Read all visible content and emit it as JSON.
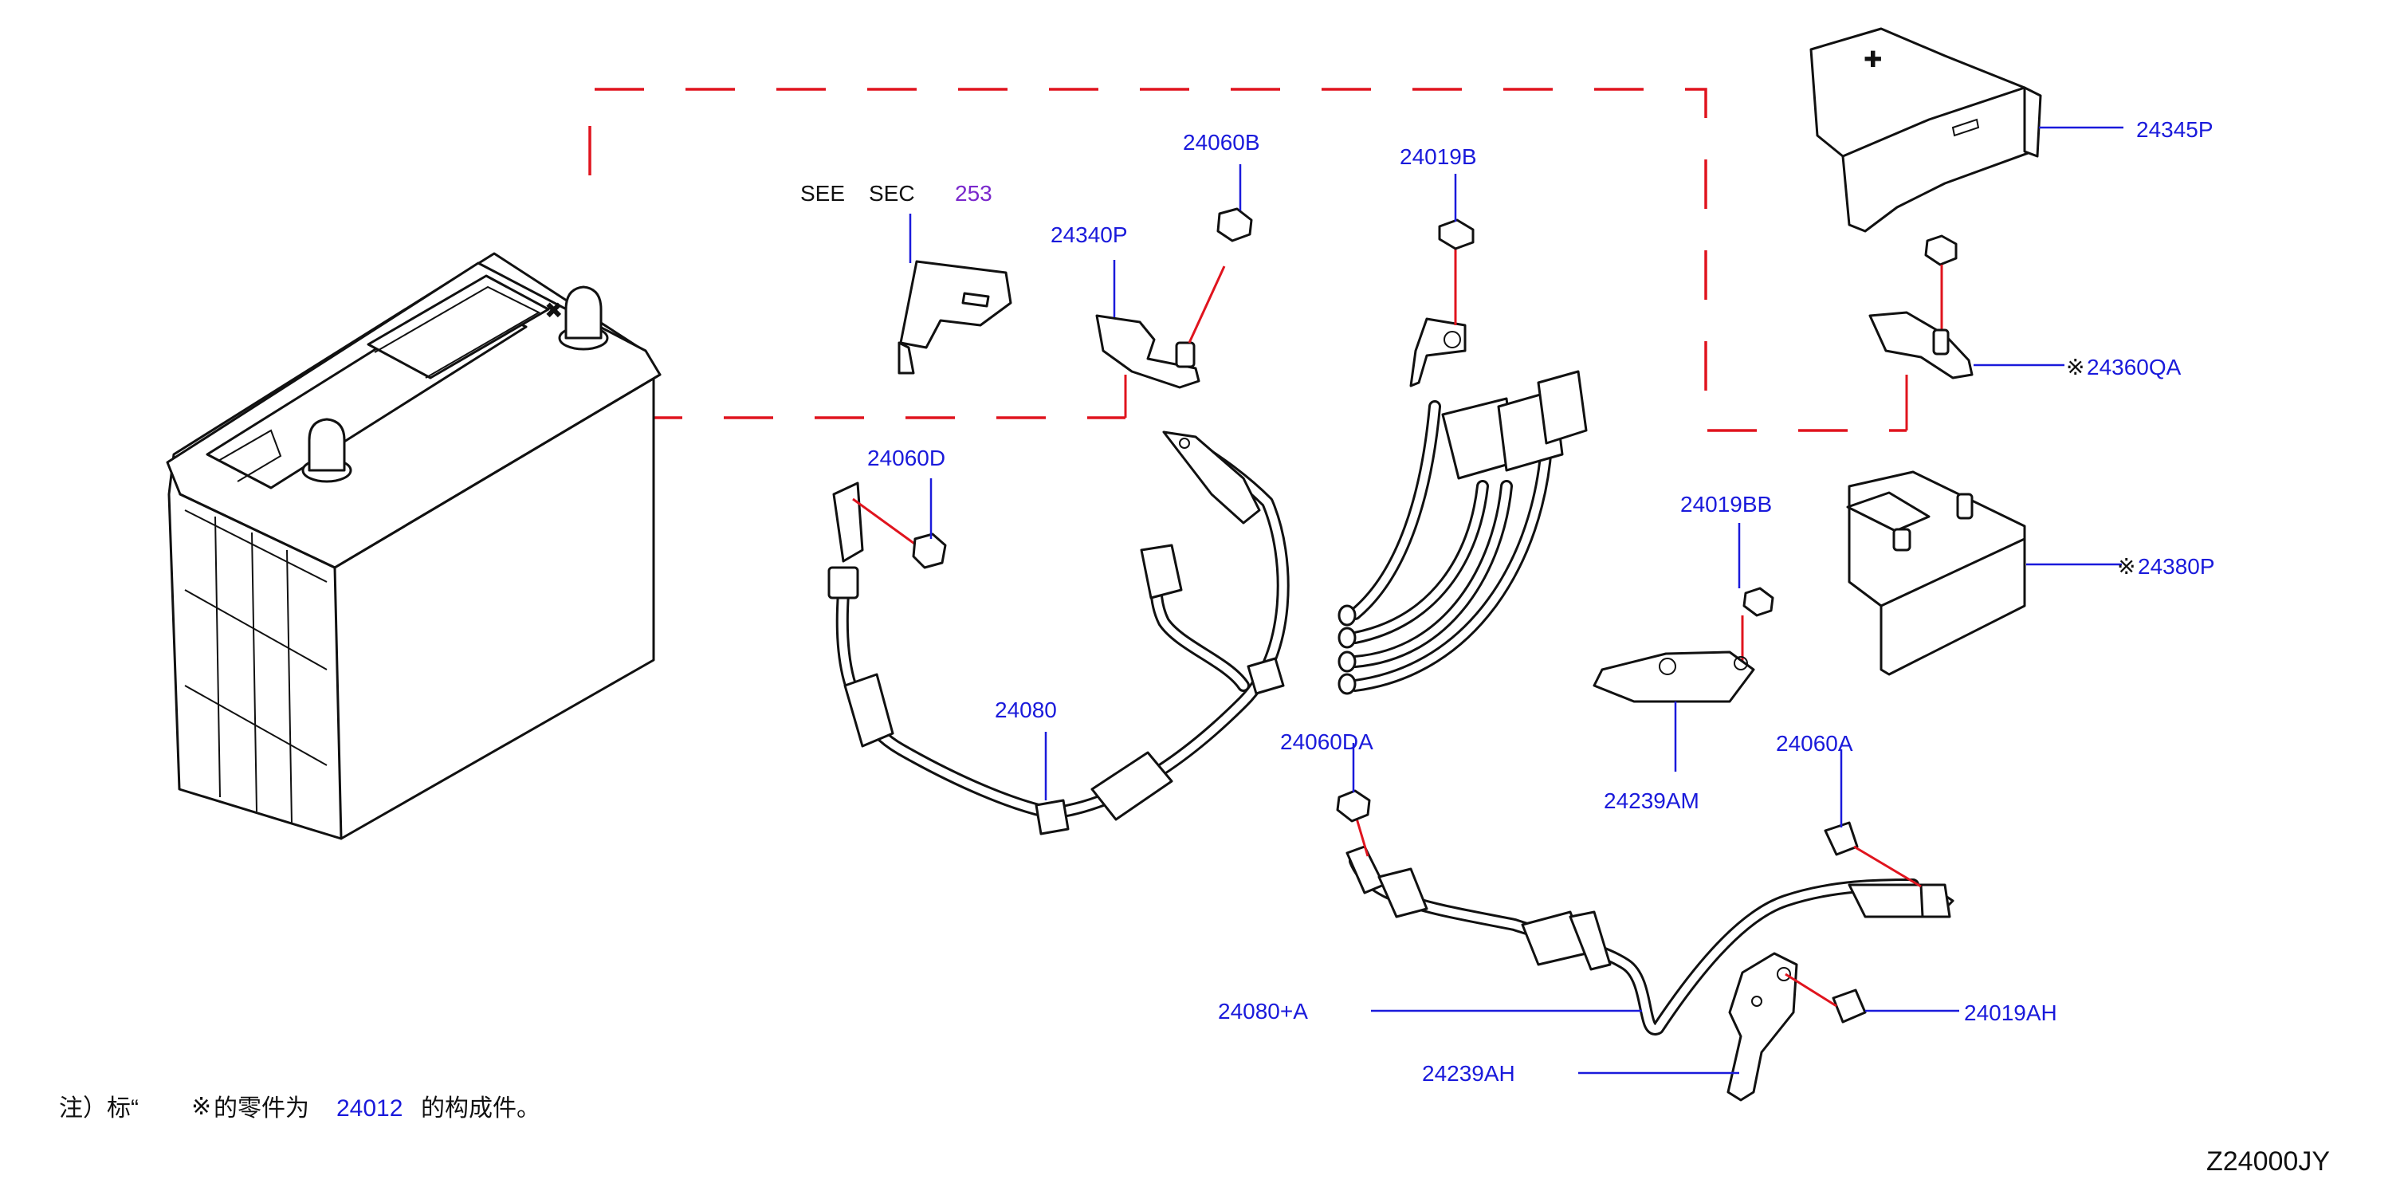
{
  "diagram_id": "Z24000JY",
  "see_sec": {
    "see": "SEE",
    "sec": "SEC",
    "number": "253"
  },
  "labels": {
    "p24345P": "24345P",
    "p24060B": "24060B",
    "p24019B": "24019B",
    "p24340P": "24340P",
    "p24360QA": "24360QA",
    "p24060D": "24060D",
    "p24019BB": "24019BB",
    "p24380P": "24380P",
    "p24080": "24080",
    "p24060DA": "24060DA",
    "p24239AM": "24239AM",
    "p24060A": "24060A",
    "p24080A": "24080+A",
    "p24019AH": "24019AH",
    "p24239AH": "24239AH"
  },
  "asterisk_mark": "※",
  "footnote": {
    "prefix": "注）标“",
    "mark": "※",
    "middle": "的零件为",
    "part": "24012",
    "suffix": "的构成件。"
  },
  "colors": {
    "label_blue": "#1a1adb",
    "leader_red": "#e0141e",
    "section_purple": "#7a28cc",
    "line_black": "#111111"
  }
}
